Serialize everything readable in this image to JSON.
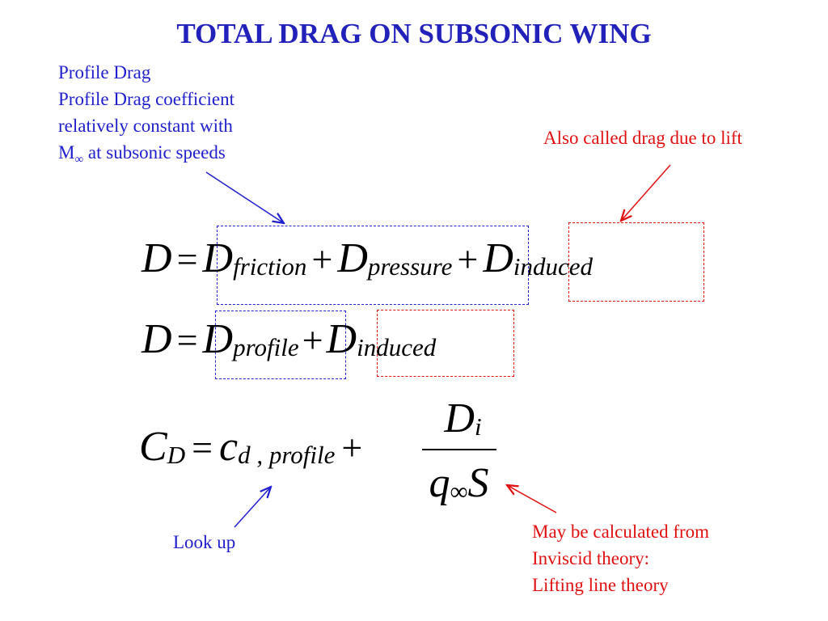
{
  "slide": {
    "title": "TOTAL DRAG ON SUBSONIC WING",
    "profile_note": {
      "line1": "Profile Drag",
      "line2": "Profile Drag coefficient",
      "line3": "relatively constant with",
      "line4_main": "M",
      "line4_sub": "∞",
      "line4_rest": " at subsonic speeds"
    },
    "induced_note": "Also called drag due to lift",
    "lookup_note": "Look up",
    "inviscid_note": {
      "line1": "May be calculated from",
      "line2": "Inviscid theory:",
      "line3": "Lifting line theory"
    },
    "eq1": {
      "lhs": "D",
      "equals": "=",
      "t1": "D",
      "t1_sub": "friction",
      "plus1": "+",
      "t2": "D",
      "t2_sub": "pressure",
      "plus2": "+",
      "t3": "D",
      "t3_sub": "induced"
    },
    "eq2": {
      "lhs": "D",
      "equals": "=",
      "t1": "D",
      "t1_sub": "profile",
      "plus": "+",
      "t2": "D",
      "t2_sub": "induced"
    },
    "eq3": {
      "lhs": "C",
      "lhs_sub": "D",
      "equals": "=",
      "t1": "c",
      "t1_sub": "d , profile",
      "plus": "+",
      "num": "D",
      "num_sub": "i",
      "den_q": "q",
      "den_sub": "∞",
      "den_s": "S"
    },
    "colors": {
      "blue": "#2020cc",
      "red": "#e01010",
      "title": "#2222bb"
    }
  }
}
